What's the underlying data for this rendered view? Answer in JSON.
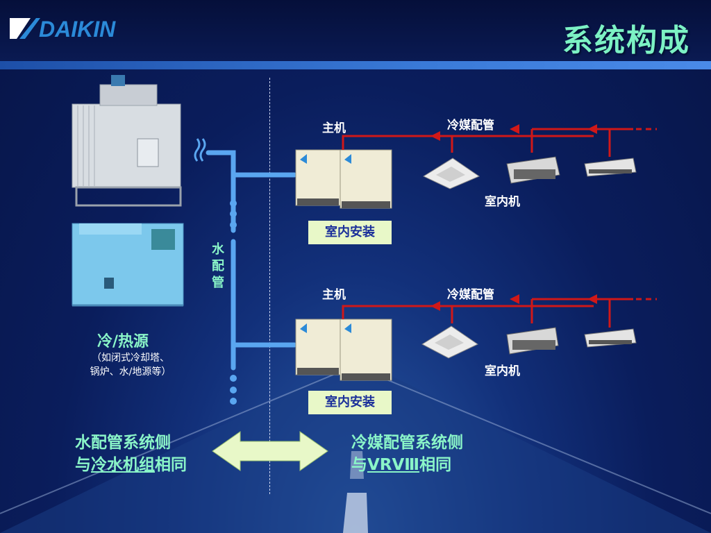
{
  "header": {
    "brand": "DAIKIN",
    "title": "系统构成"
  },
  "source": {
    "title": "冷/热源",
    "sub_line1": "（如闭式冷却塔、",
    "sub_line2": "锅炉、水/地源等）"
  },
  "water_pipe_label": [
    "水",
    "配",
    "管"
  ],
  "upper_system": {
    "main_unit_label": "主机",
    "refrigerant_label": "冷媒配管",
    "indoor_label": "室内机",
    "install_label": "室内安装"
  },
  "lower_system": {
    "main_unit_label": "主机",
    "refrigerant_label": "冷媒配管",
    "indoor_label": "室内机",
    "install_label": "室内安装"
  },
  "bottom": {
    "left_line1": "水配管系统侧",
    "left_line2_prefix": "与",
    "left_line2_underlined": "冷水机组",
    "left_line2_suffix": "相同",
    "right_line1": "冷媒配管系统侧",
    "right_line2_prefix": "与",
    "right_line2_underlined": "VRVⅢ",
    "right_line2_suffix": "相同"
  },
  "colors": {
    "accent_text": "#8af5c8",
    "refrigerant_pipe": "#d01818",
    "water_pipe": "#5aa6f0",
    "install_box_bg": "#e8f8c8"
  }
}
